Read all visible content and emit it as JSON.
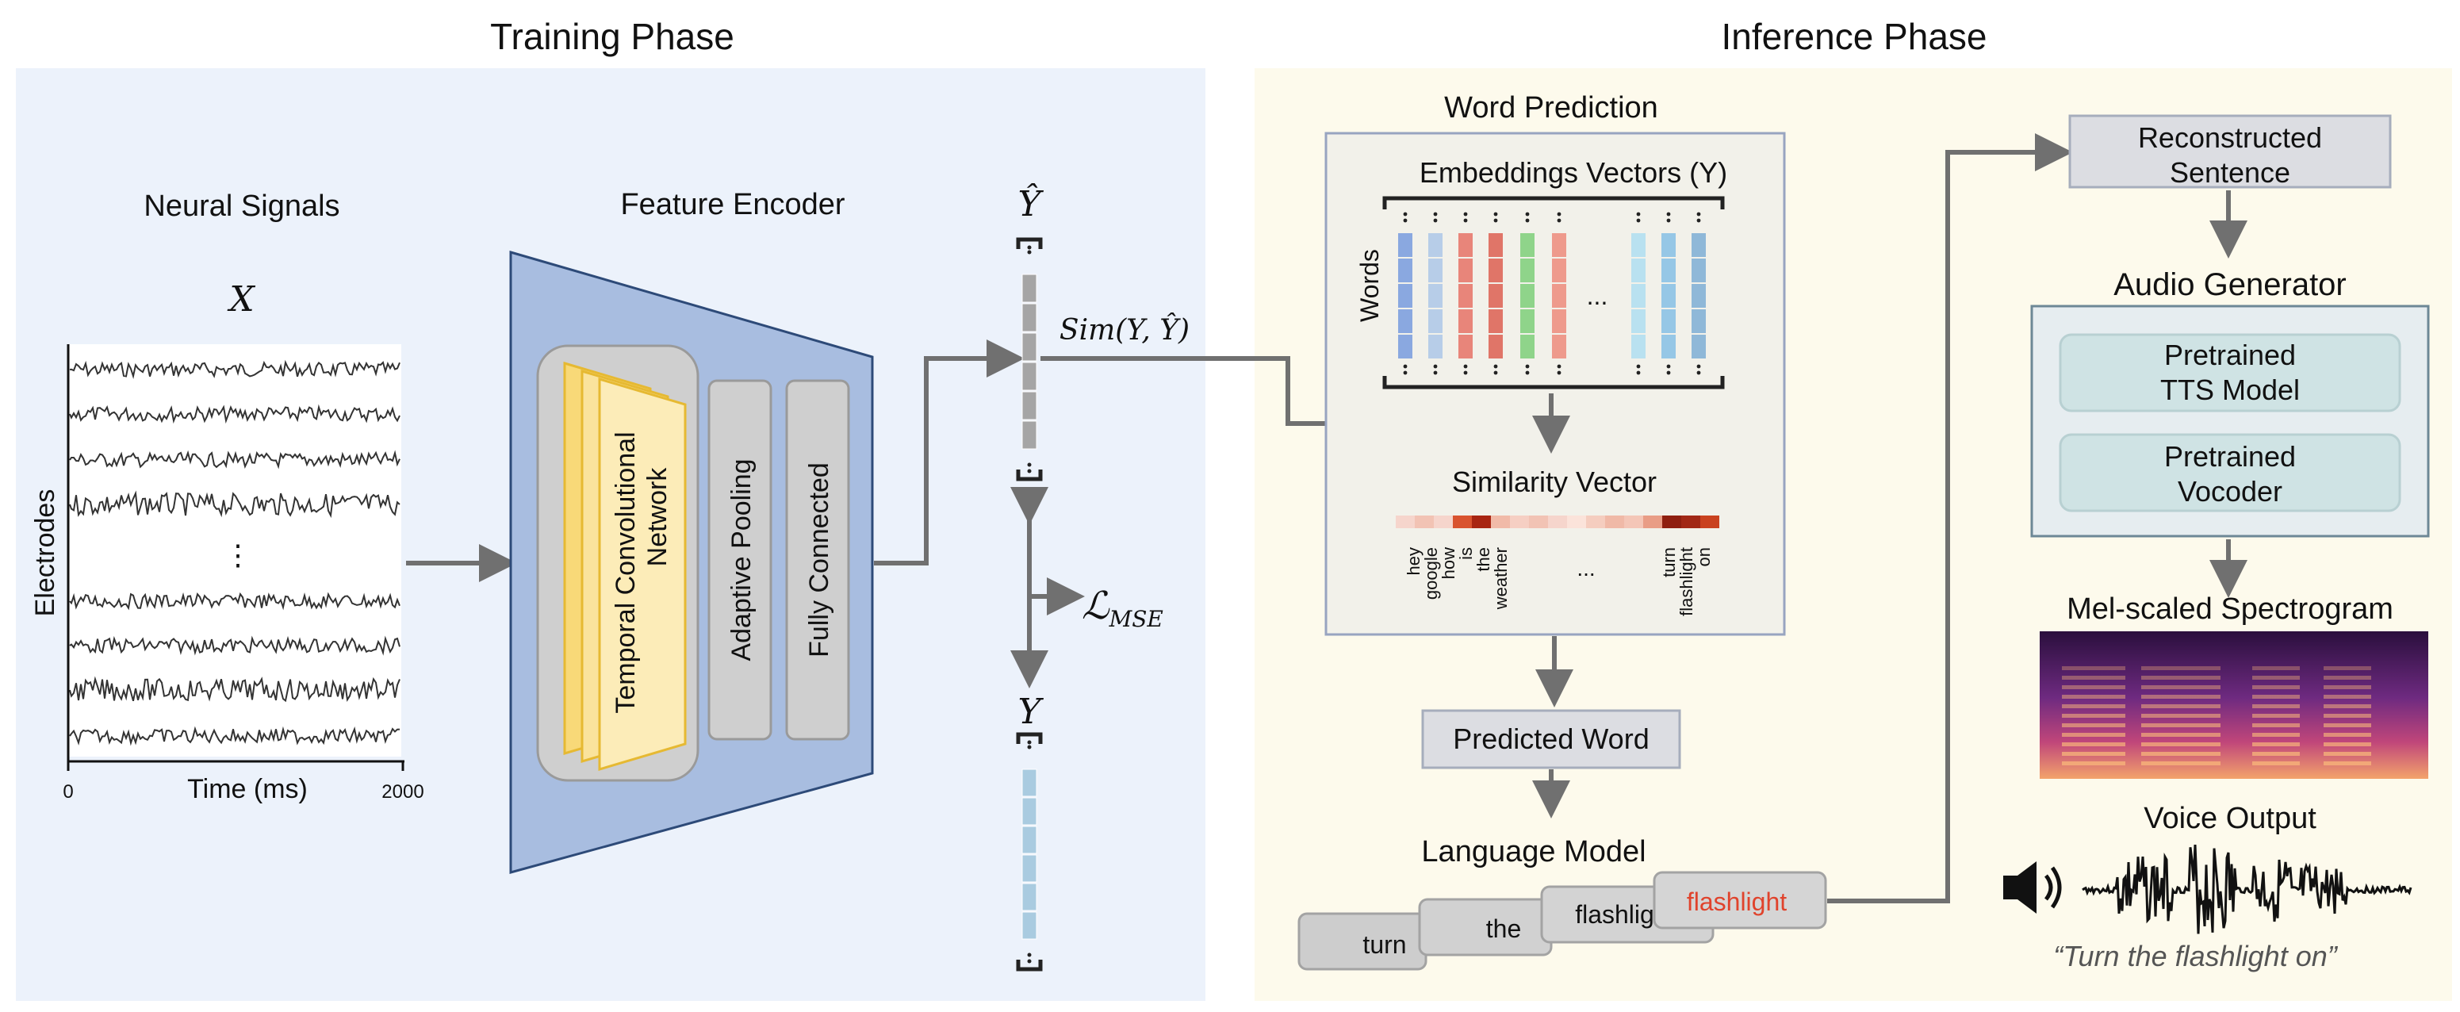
{
  "training": {
    "title": "Training Phase",
    "neural_signals": {
      "title": "Neural Signals",
      "x_symbol": "X",
      "ylabel": "Electrodes",
      "xlabel": "Time (ms)",
      "xtick_start": "0",
      "xtick_end": "2000",
      "ellipsis": "⋮"
    },
    "feature_encoder": {
      "title": "Feature Encoder",
      "tcn_line1": "Temporal Convolutional",
      "tcn_line2": "Network",
      "adaptive_pooling": "Adaptive Pooling",
      "fully_connected": "Fully Connected"
    },
    "y_hat": "Ŷ",
    "y": "Y",
    "sim_label": "Sim(Y, Ŷ)",
    "loss_label": "ℒ",
    "loss_sub": "MSE"
  },
  "inference": {
    "title": "Inference Phase",
    "word_prediction": {
      "title": "Word Prediction",
      "embeddings_title": "Embeddings Vectors (Y)",
      "words_label": "Words",
      "ellipsis": "...",
      "similarity_title": "Similarity Vector",
      "words": [
        "hey",
        "google",
        "how",
        "is",
        "the",
        "weather"
      ],
      "end_words": [
        "turn",
        "flashlight",
        "on"
      ],
      "sim_ellipsis": "..."
    },
    "predicted_word": "Predicted Word",
    "language_model": {
      "title": "Language Model",
      "tokens": [
        "turn",
        "the",
        "flashlig",
        "flashlight"
      ]
    },
    "reconstructed": {
      "line1": "Reconstructed",
      "line2": "Sentence"
    },
    "audio_generator": {
      "title": "Audio Generator",
      "tts_line1": "Pretrained",
      "tts_line2": "TTS Model",
      "voc_line1": "Pretrained",
      "voc_line2": "Vocoder"
    },
    "spectrogram_title": "Mel-scaled Spectrogram",
    "voice_output_title": "Voice Output",
    "quote": "“Turn the flashlight on”"
  },
  "colors": {
    "training_bg": "#ecf2fb",
    "inference_bg": "#fdfaec",
    "encoder_fill": "#a8bde0",
    "tcn_fill": "#fbe5a0",
    "highlight_red": "#e0432c",
    "arrow": "#707070"
  },
  "icons": {
    "speaker": "speaker-icon"
  }
}
